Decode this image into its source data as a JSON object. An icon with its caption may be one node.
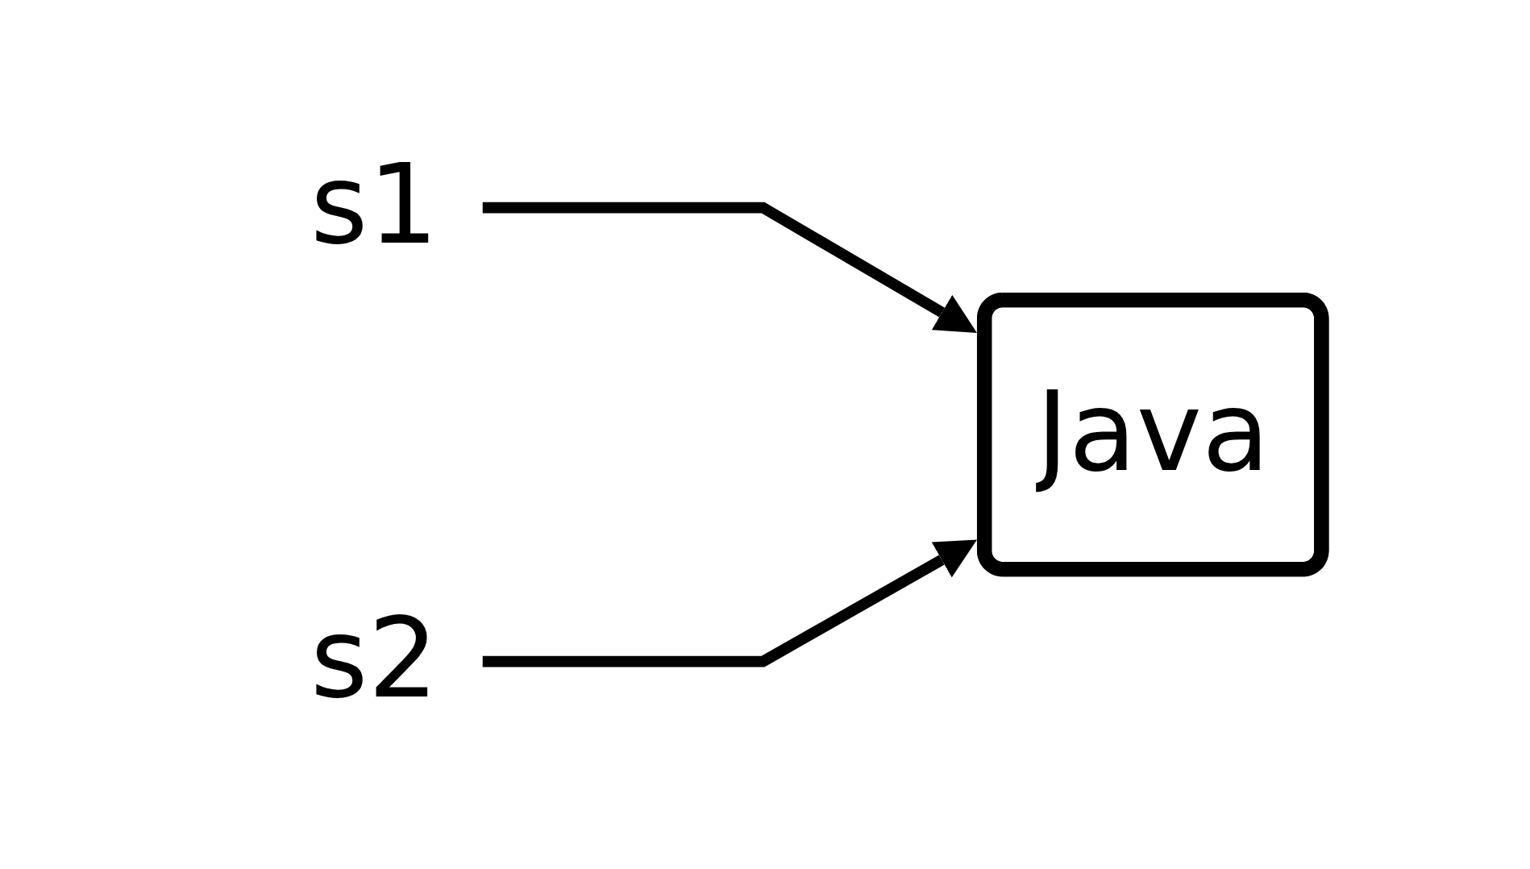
{
  "diagram": {
    "nodes": [
      {
        "text": [
          "s1"
        ]
      },
      {
        "text": [
          "s2"
        ]
      },
      {
        "text": [
          "Java"
        ]
      }
    ],
    "edges": [
      {
        "from": 0,
        "to": 2,
        "arrow": "to"
      },
      {
        "from": 1,
        "to": 2,
        "arrow": "to"
      }
    ]
  }
}
